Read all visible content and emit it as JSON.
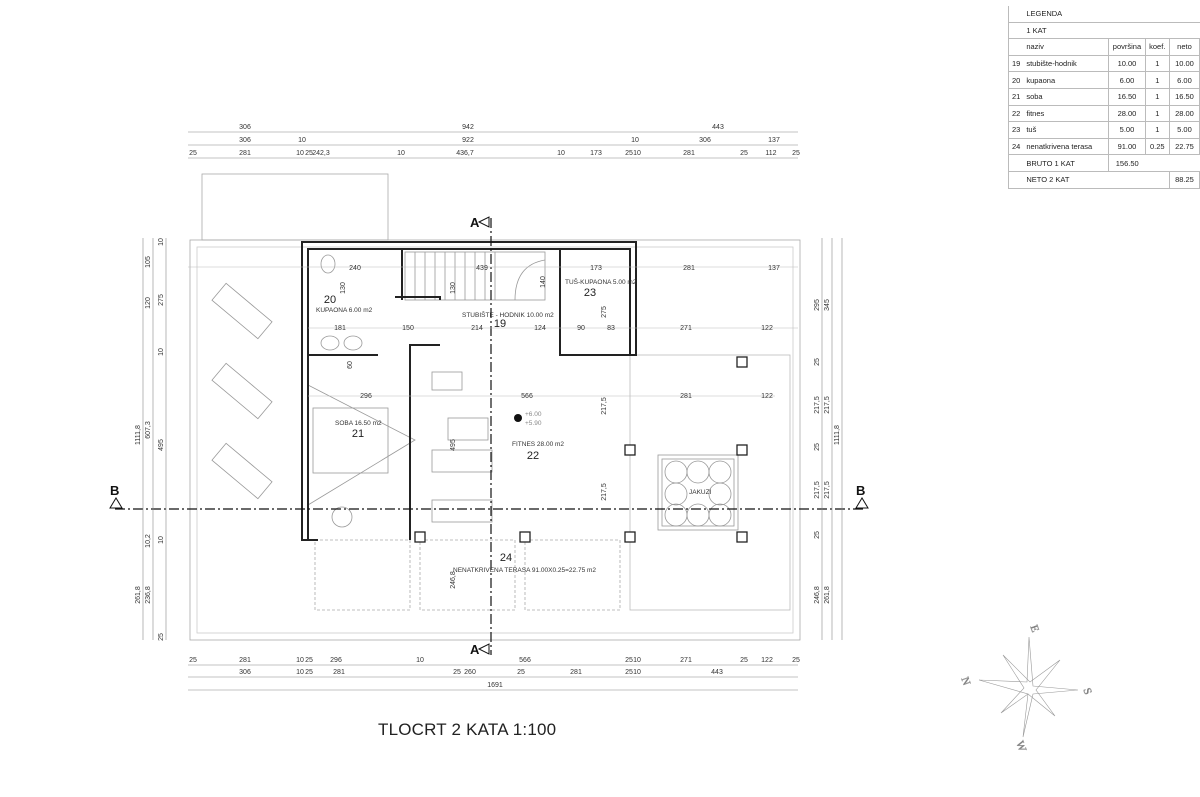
{
  "title": "TLOCRT 2 KATA 1:100",
  "legend": {
    "heading": "LEGENDA",
    "floor": "1 KAT",
    "columns": {
      "name": "naziv",
      "area": "površina",
      "coef": "koef.",
      "net": "neto"
    },
    "rows": [
      {
        "no": "19",
        "name": "stubište-hodnik",
        "area": "10.00",
        "coef": "1",
        "net": "10.00"
      },
      {
        "no": "20",
        "name": "kupaona",
        "area": "6.00",
        "coef": "1",
        "net": "6.00"
      },
      {
        "no": "21",
        "name": "soba",
        "area": "16.50",
        "coef": "1",
        "net": "16.50"
      },
      {
        "no": "22",
        "name": "fitnes",
        "area": "28.00",
        "coef": "1",
        "net": "28.00"
      },
      {
        "no": "23",
        "name": "tuš",
        "area": "5.00",
        "coef": "1",
        "net": "5.00"
      },
      {
        "no": "24",
        "name": "nenatkrivena terasa",
        "area": "91.00",
        "coef": "0.25",
        "net": "22.75"
      }
    ],
    "bruto_label": "BRUTO 1 KAT",
    "bruto_value": "156.50",
    "neto_label": "NETO 2 KAT",
    "neto_value": "88.25"
  },
  "rooms": {
    "r19": {
      "number": "19",
      "label": "STUBIŠTE - HODNIK 10.00 m2"
    },
    "r20": {
      "number": "20",
      "label": "KUPAONA 6.00 m2"
    },
    "r21": {
      "number": "21",
      "label": "SOBA 16.50 m2"
    },
    "r22": {
      "number": "22",
      "label": "FITNES 28.00 m2"
    },
    "r23": {
      "number": "23",
      "label": "TUŠ-KUPAONA 5.00 m2"
    },
    "r24": {
      "number": "24",
      "label": "NENATKRIVENA TERASA 91.00X0.25=22.75 m2"
    },
    "jacuzzi": "JAKUZI"
  },
  "levels": {
    "upper": "+6.00",
    "lower": "+5.90"
  },
  "sections": {
    "a": "A",
    "b": "B"
  },
  "compass": {
    "n": "N",
    "e": "E",
    "s": "S",
    "w": "W"
  },
  "dims": {
    "top1": [
      "306",
      "942",
      "443"
    ],
    "top2": [
      "306",
      "10",
      "922",
      "10",
      "306",
      "137"
    ],
    "top3": [
      "25",
      "281",
      "10",
      "25",
      "242,3",
      "10",
      "436,7",
      "10",
      "173",
      "25",
      "10",
      "281",
      "25",
      "112",
      "25"
    ],
    "bot1": [
      "25",
      "281",
      "10",
      "25",
      "296",
      "10",
      "566",
      "25",
      "10",
      "271",
      "25",
      "122",
      "25"
    ],
    "bot2": [
      "306",
      "10",
      "25",
      "281",
      "25",
      "260",
      "25",
      "281",
      "25",
      "10",
      "443"
    ],
    "bot3": [
      "1691"
    ],
    "left1": [
      "1111,8",
      "261,8"
    ],
    "left2": [
      "105",
      "120",
      "607,3",
      "10,2",
      "236,8"
    ],
    "left3": [
      "10",
      "275",
      "10",
      "495",
      "10",
      "25"
    ],
    "right1": [
      "295",
      "25",
      "217,5",
      "25",
      "217,5",
      "25",
      "246,8"
    ],
    "right2": [
      "345",
      "217,5",
      "217,5",
      "261,8"
    ],
    "right3": [
      "1111,8"
    ],
    "inner": [
      "240",
      "130",
      "439",
      "130",
      "140",
      "173",
      "275",
      "181",
      "150",
      "214",
      "124",
      "90",
      "83",
      "281",
      "137",
      "271",
      "122",
      "296",
      "566",
      "281",
      "122",
      "217,5",
      "217,5",
      "495",
      "246,8",
      "60"
    ]
  }
}
